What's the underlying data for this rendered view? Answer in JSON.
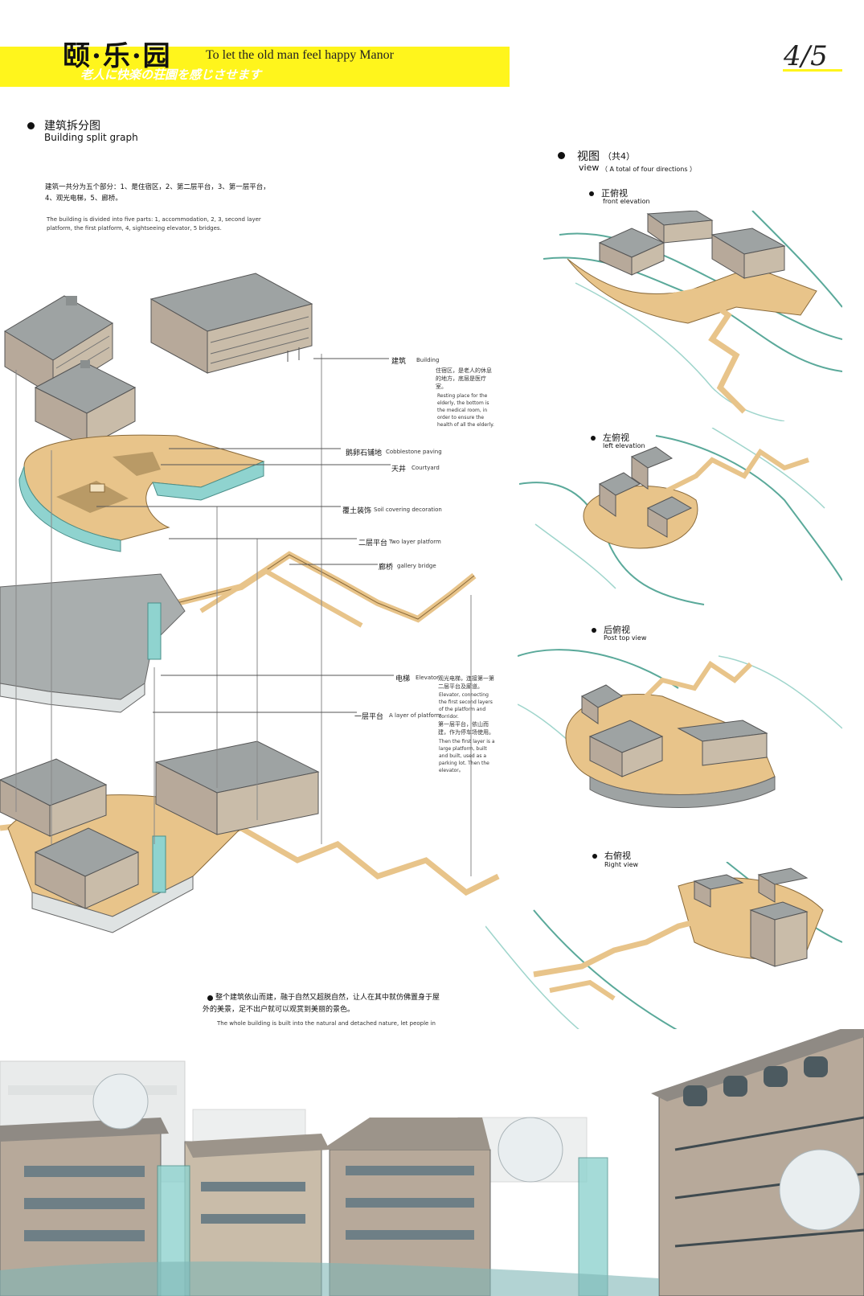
{
  "header": {
    "title_cn": "颐·乐·园",
    "title_en": "To let the old man feel happy Manor",
    "title_jp": "老人に快楽の荘園を感じさせます",
    "page_number": "4/5",
    "accent_color": "#fff51c"
  },
  "split": {
    "heading_cn": "建筑拆分图",
    "heading_en": "Building split graph",
    "desc_cn": "建筑一共分为五个部分：1、是住宿区，2、第二层平台，3、第一层平台，4、观光电梯，5、廊桥。",
    "desc_en": "The building is divided into five parts: 1, accommodation, 2, 3, second layer platform, the first platform, 4, sightseeing elevator, 5 bridges."
  },
  "labels": {
    "building_cn": "建筑",
    "building_en": "Building",
    "building_note_cn": "住宿区，是老人的休息的地方，底层是医疗室。",
    "building_note_en": "Resting place for the elderly, the bottom is the medical room, in order to ensure the health of all the elderly.",
    "cobble_cn": "鹅卵石铺地",
    "cobble_en": "Cobblestone paving",
    "courtyard_cn": "天井",
    "courtyard_en": "Courtyard",
    "soil_cn": "覆土装饰",
    "soil_en": "Soil covering decoration",
    "platform2_cn": "二层平台",
    "platform2_en": "Two layer platform",
    "bridge_cn": "廊桥",
    "bridge_en": "gallery bridge",
    "elevator_cn": "电梯",
    "elevator_en": "Elevator",
    "elevator_note_cn": "观光电梯，连接第一第二层平台及廊道。",
    "elevator_note_en": "Elevator, connecting the first second layers of the platform and corridor.",
    "platform1_cn": "一层平台",
    "platform1_en": "A layer of platform",
    "platform1_note_cn": "第一层平台，依山而建，作为停车场使用。",
    "platform1_note_en": "Then the first layer is a large platform, built and built, used as a parking lot. Then the elevator。"
  },
  "views": {
    "heading_cn": "视图",
    "heading_count": "（共4）",
    "heading_en": "view",
    "heading_en_note": "（ A total of four directions ）",
    "front_cn": "正俯视",
    "front_en": "front elevation",
    "left_cn": "左俯视",
    "left_en": "left elevation",
    "back_cn": "后俯视",
    "back_en": "Post top view",
    "right_cn": "右俯视",
    "right_en": "Right view"
  },
  "summary": {
    "text_cn": "整个建筑依山而建，融于自然又超脱自然，让人在其中就仿佛置身于屋外的美景，足不出户就可以观赏到美丽的景色。",
    "text_en": "The whole building is built into the natural and detached nature, let people in which seems to be in the house of beauty, patrons can enjoy the beautiful scenery."
  },
  "colors": {
    "roof": "#9ea3a3",
    "wood": "#e8c48a",
    "wall": "#b7a99a",
    "glass": "#8fd3cf",
    "terrain": "#5aa99a"
  }
}
